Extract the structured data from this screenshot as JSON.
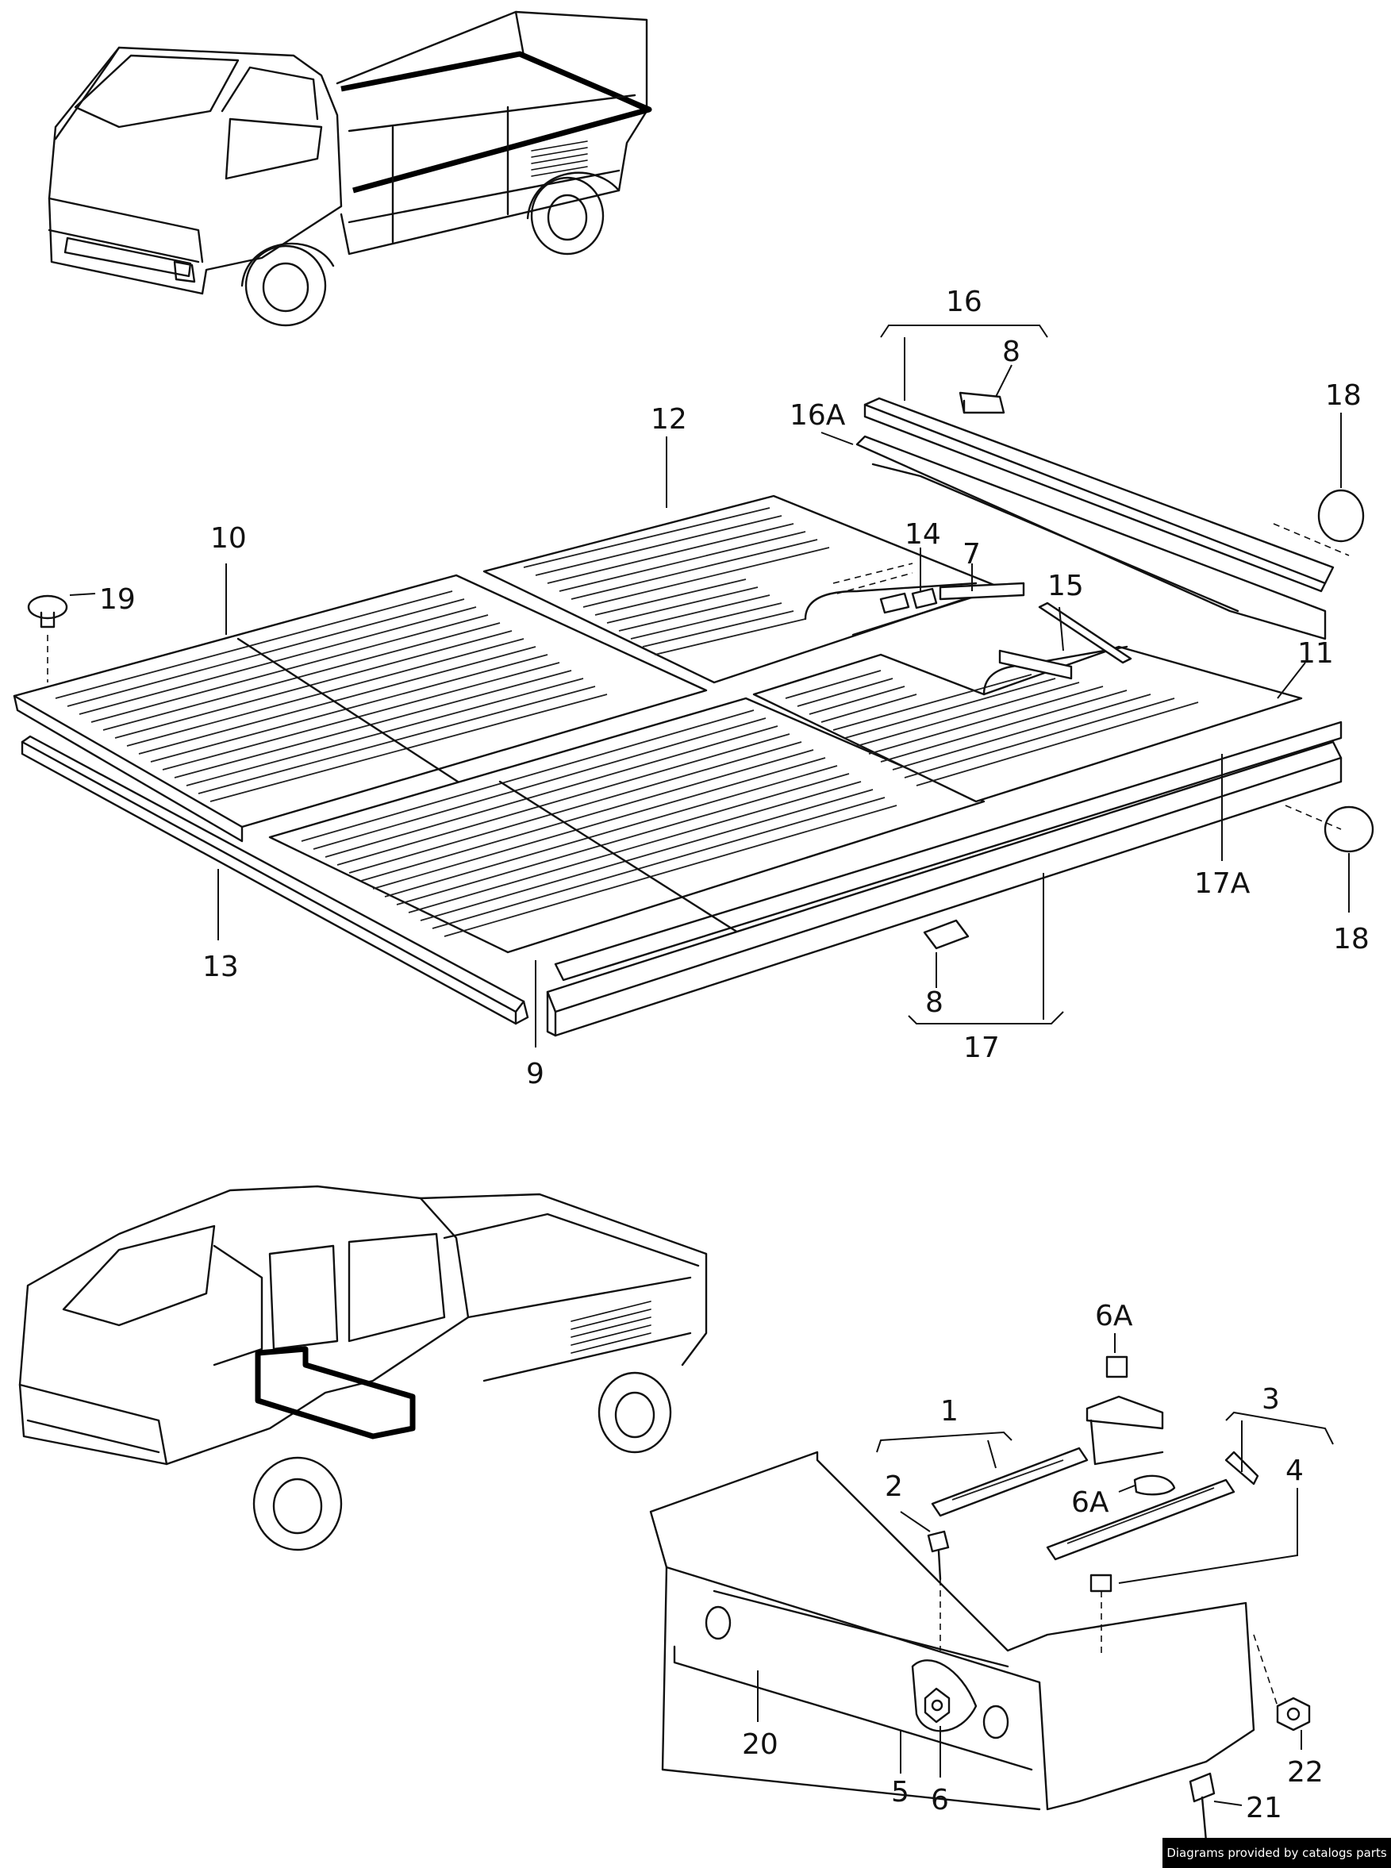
{
  "callouts": [
    {
      "label": "1"
    },
    {
      "label": "2"
    },
    {
      "label": "3"
    },
    {
      "label": "4"
    },
    {
      "label": "5"
    },
    {
      "label": "6"
    },
    {
      "label": "6A"
    },
    {
      "label": "6A"
    },
    {
      "label": "7"
    },
    {
      "label": "8"
    },
    {
      "label": "8"
    },
    {
      "label": "9"
    },
    {
      "label": "10"
    },
    {
      "label": "11"
    },
    {
      "label": "12"
    },
    {
      "label": "13"
    },
    {
      "label": "14"
    },
    {
      "label": "15"
    },
    {
      "label": "16"
    },
    {
      "label": "16A"
    },
    {
      "label": "17"
    },
    {
      "label": "17A"
    },
    {
      "label": "18"
    },
    {
      "label": "18"
    },
    {
      "label": "19"
    },
    {
      "label": "20"
    },
    {
      "label": "21"
    },
    {
      "label": "22"
    }
  ],
  "credit": {
    "text": "Diagrams provided by catalogs parts"
  }
}
